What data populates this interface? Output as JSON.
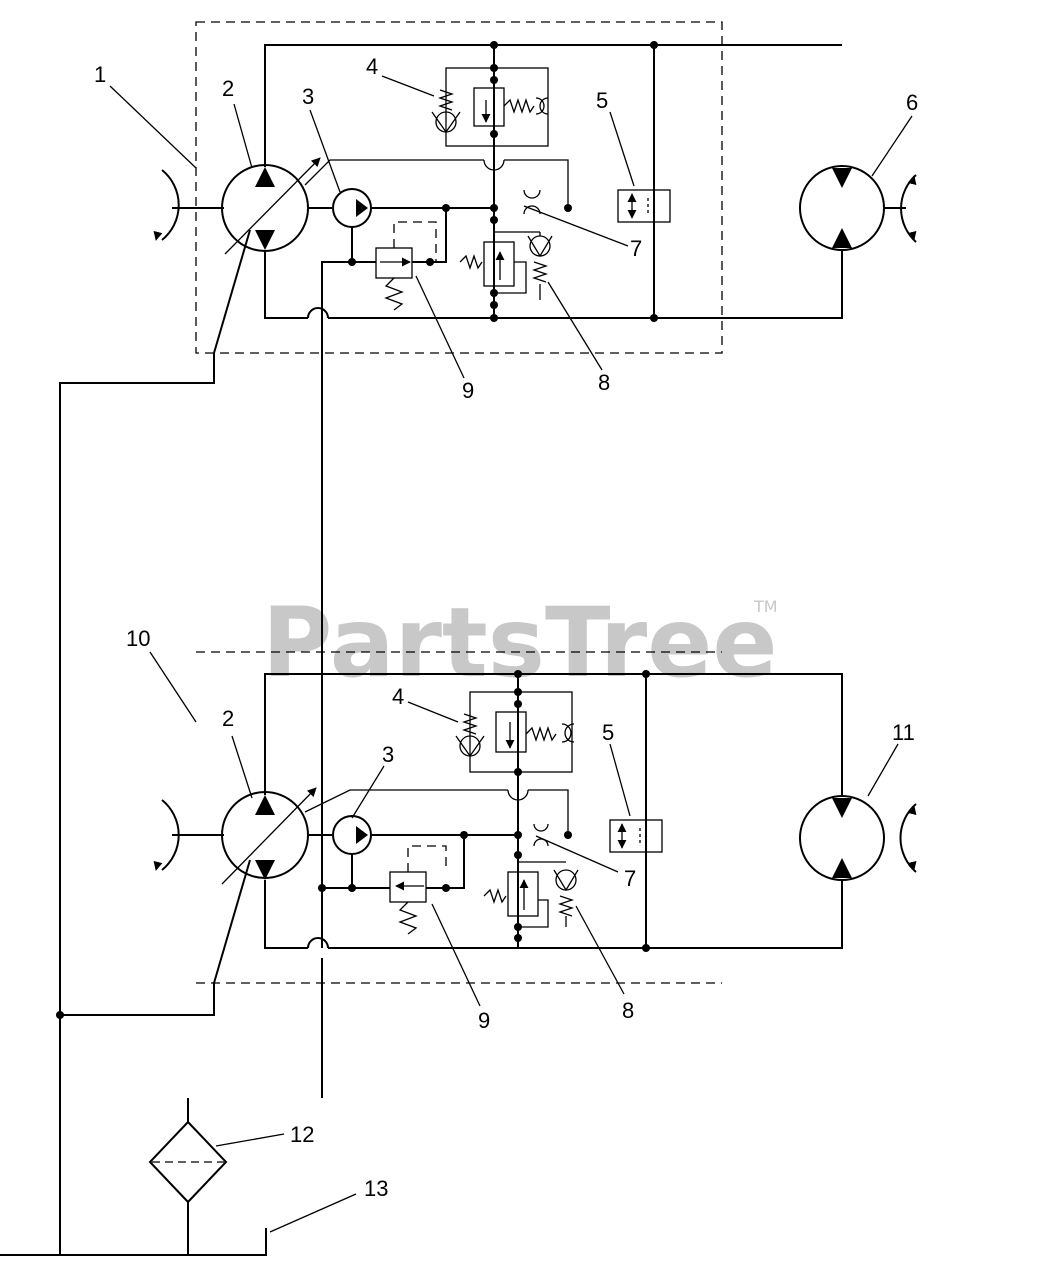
{
  "watermark": {
    "text": "PartsTree",
    "tm": "TM"
  },
  "callouts": {
    "c1": "1",
    "c2": "2",
    "c3": "3",
    "c4": "4",
    "c5": "5",
    "c6": "6",
    "c7": "7",
    "c8": "8",
    "c9": "9",
    "c10": "10",
    "c11": "11",
    "c12": "12",
    "c13": "13"
  }
}
